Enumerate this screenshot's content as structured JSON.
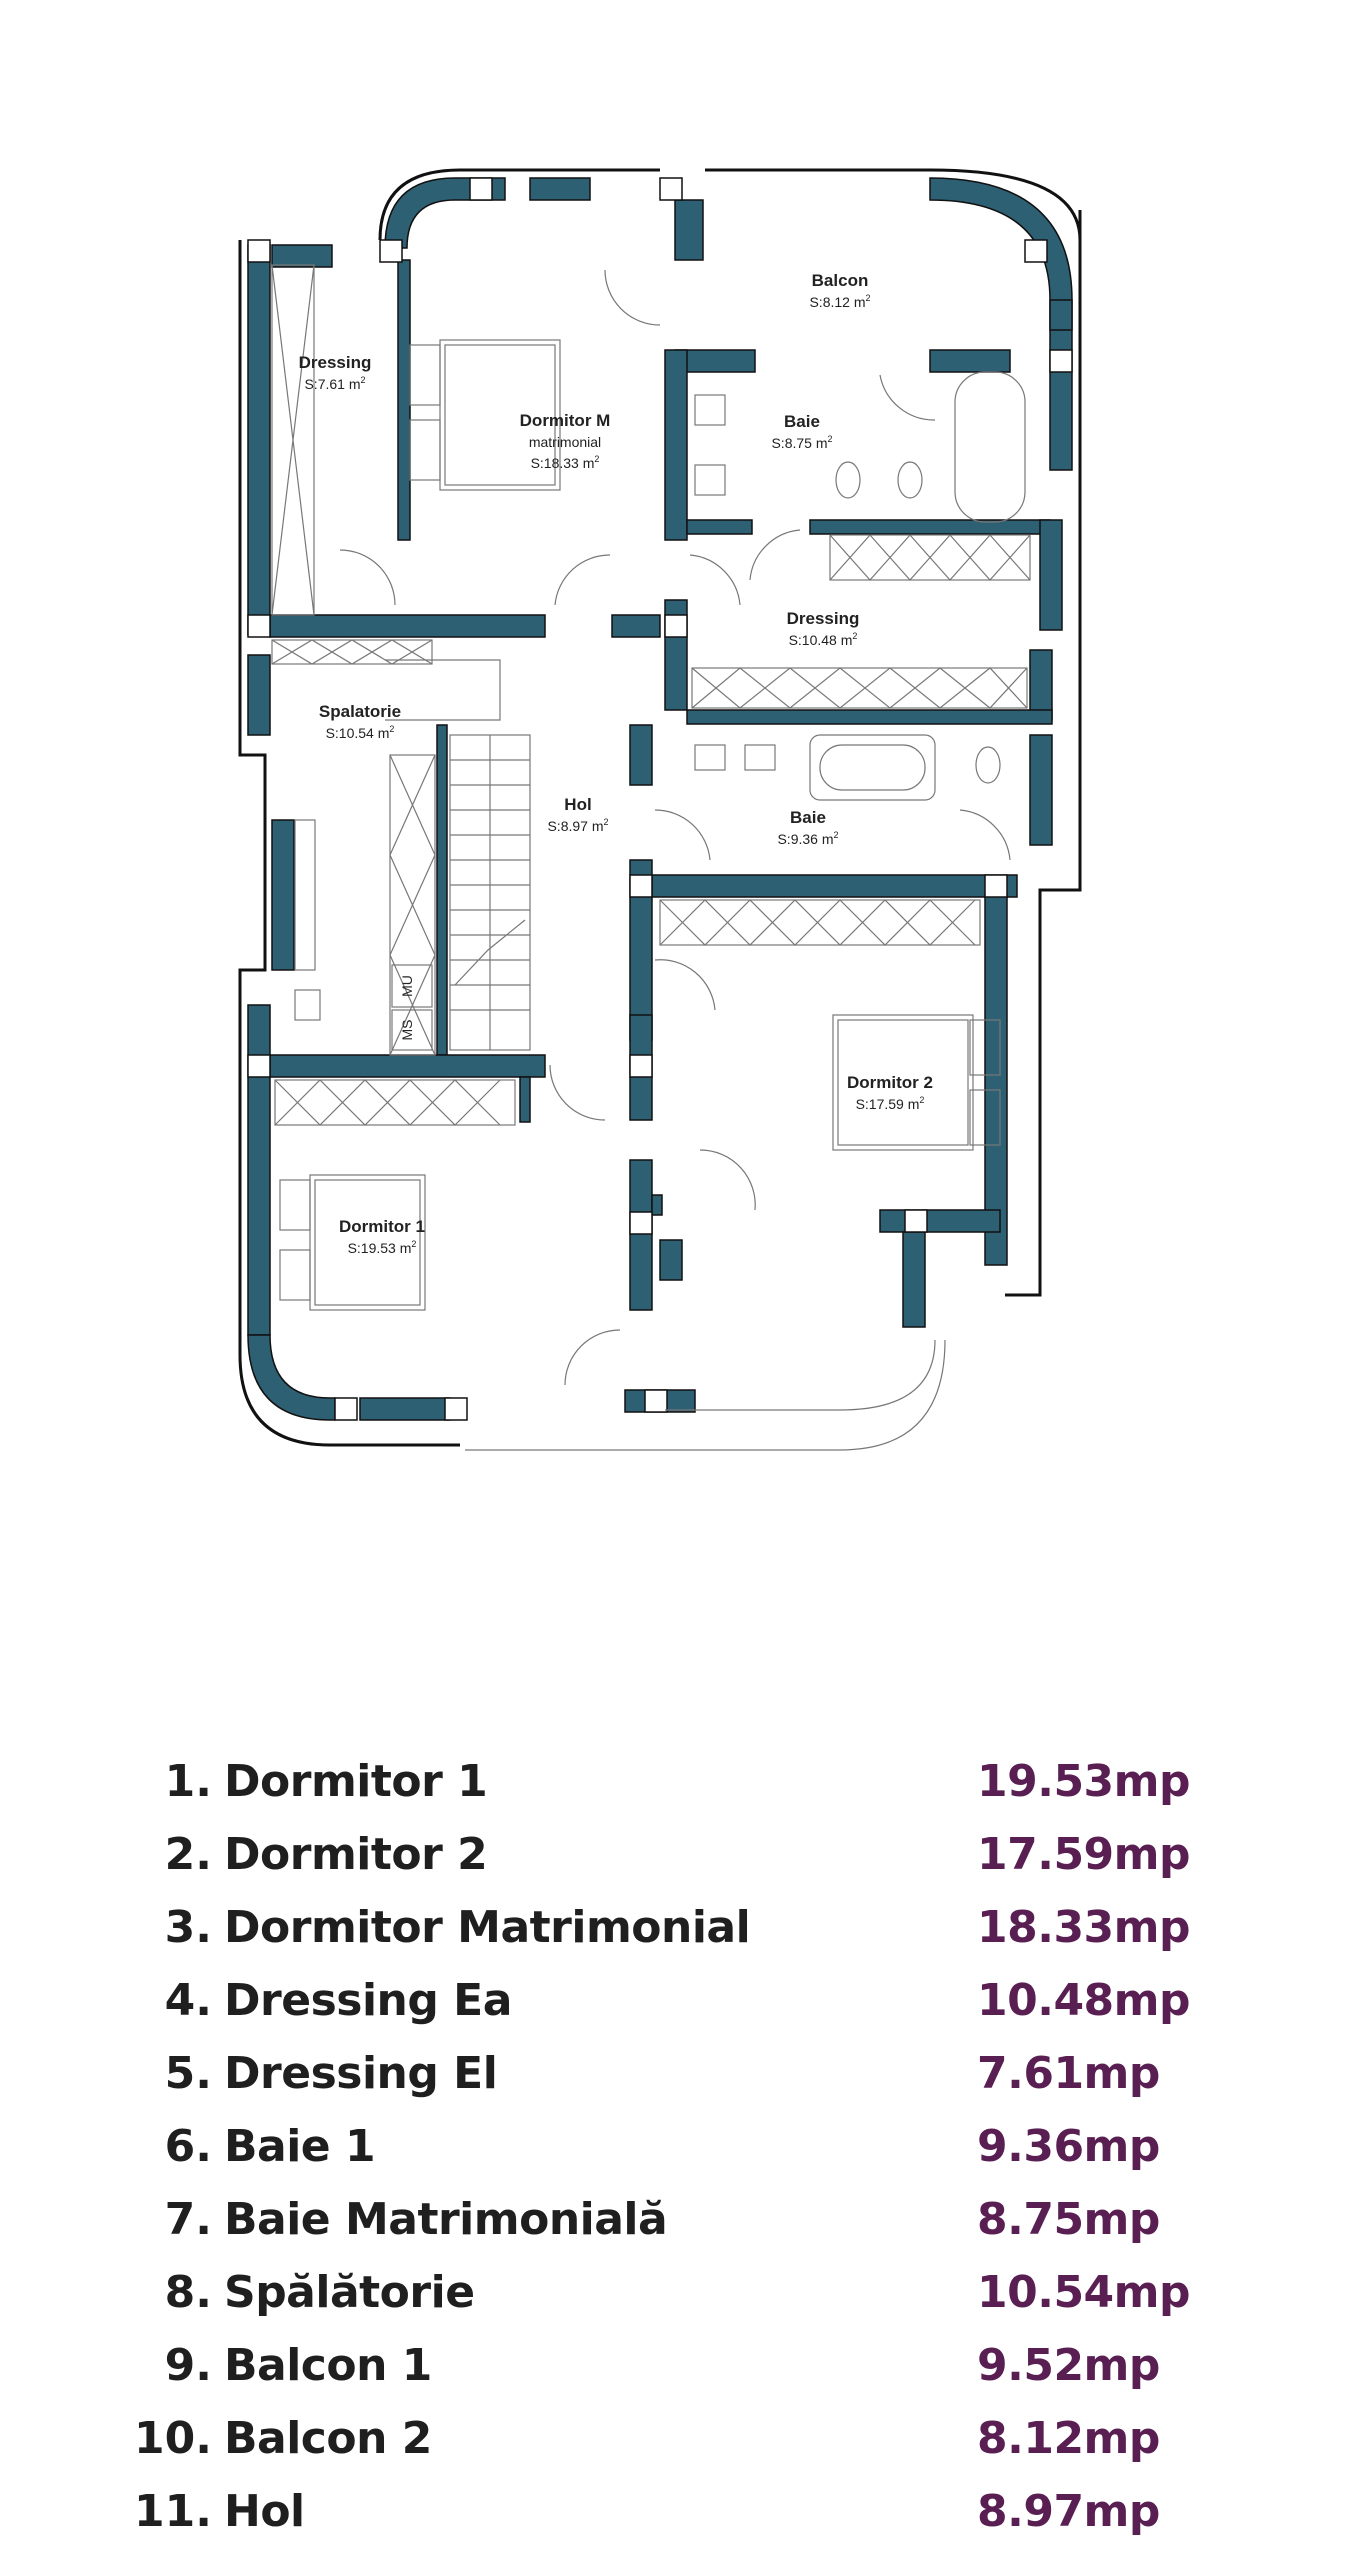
{
  "plan": {
    "wall_color": "#2e6073",
    "outline_color": "#111111",
    "rooms": [
      {
        "id": "balcon-2",
        "name": "Balcon",
        "sub": "",
        "area": "S:8.12",
        "unit": "m",
        "exp": "2"
      },
      {
        "id": "dressing-el",
        "name": "Dressing",
        "sub": "",
        "area": "S:7.61",
        "unit": "m",
        "exp": "2"
      },
      {
        "id": "dormitor-m",
        "name": "Dormitor M",
        "sub": "matrimonial",
        "area": "S:18.33",
        "unit": "m",
        "exp": "2"
      },
      {
        "id": "baie-m",
        "name": "Baie",
        "sub": "",
        "area": "S:8.75",
        "unit": "m",
        "exp": "2"
      },
      {
        "id": "dressing-ea",
        "name": "Dressing",
        "sub": "",
        "area": "S:10.48",
        "unit": "m",
        "exp": "2"
      },
      {
        "id": "spalatorie",
        "name": "Spalatorie",
        "sub": "",
        "area": "S:10.54",
        "unit": "m",
        "exp": "2"
      },
      {
        "id": "hol",
        "name": "Hol",
        "sub": "",
        "area": "S:8.97",
        "unit": "m",
        "exp": "2"
      },
      {
        "id": "baie-1",
        "name": "Baie",
        "sub": "",
        "area": "S:9.36",
        "unit": "m",
        "exp": "2"
      },
      {
        "id": "dormitor-2",
        "name": "Dormitor 2",
        "sub": "",
        "area": "S:17.59",
        "unit": "m",
        "exp": "2"
      },
      {
        "id": "dormitor-1",
        "name": "Dormitor 1",
        "sub": "",
        "area": "S:19.53",
        "unit": "m",
        "exp": "2"
      }
    ],
    "appliance_labels": {
      "mu": "MU",
      "ms": "MS"
    }
  },
  "legend": {
    "number_color": "#1f1f1f",
    "area_color": "#5a1f52",
    "items": [
      {
        "num": "1.",
        "label": "Dormitor 1",
        "area": "19.53mp"
      },
      {
        "num": "2.",
        "label": "Dormitor 2",
        "area": "17.59mp"
      },
      {
        "num": "3.",
        "label": "Dormitor Matrimonial",
        "area": "18.33mp"
      },
      {
        "num": "4.",
        "label": "Dressing Ea",
        "area": "10.48mp"
      },
      {
        "num": "5.",
        "label": "Dressing El",
        "area": "7.61mp"
      },
      {
        "num": "6.",
        "label": "Baie 1",
        "area": "9.36mp"
      },
      {
        "num": "7.",
        "label": "Baie Matrimonială",
        "area": "8.75mp"
      },
      {
        "num": "8.",
        "label": "Spălătorie",
        "area": "10.54mp"
      },
      {
        "num": "9.",
        "label": "Balcon 1",
        "area": "9.52mp"
      },
      {
        "num": "10.",
        "label": "Balcon 2",
        "area": "8.12mp"
      },
      {
        "num": "11.",
        "label": "Hol",
        "area": "8.97mp"
      }
    ]
  }
}
